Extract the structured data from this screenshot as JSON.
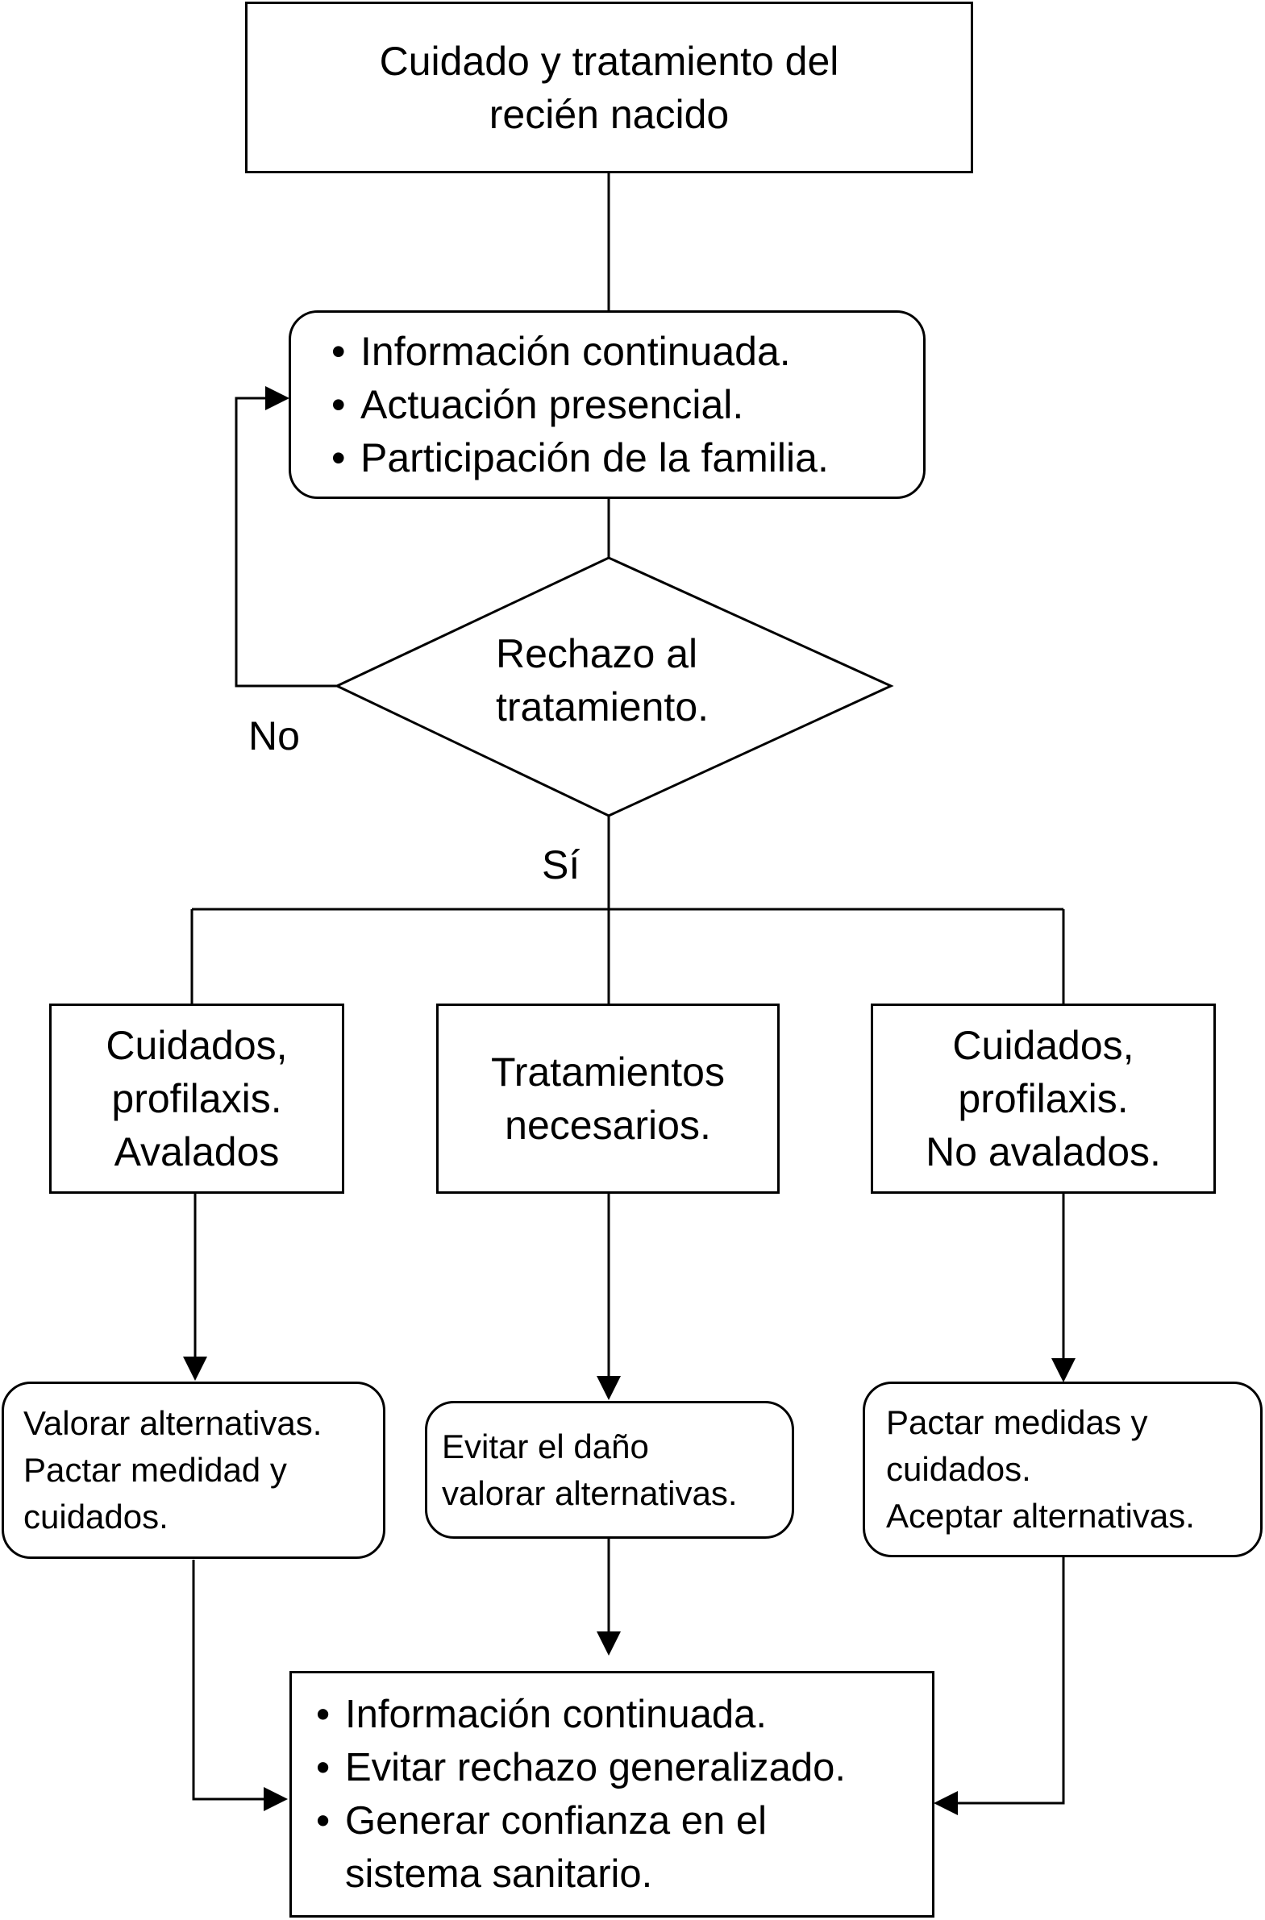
{
  "diagram": {
    "start": {
      "lines": [
        "Cuidado y tratamiento del",
        "recién nacido"
      ]
    },
    "info_box": {
      "items": [
        "Información continuada.",
        "Actuación presencial.",
        "Participación de la familia."
      ]
    },
    "decision": {
      "lines": [
        "Rechazo al",
        "tratamiento."
      ]
    },
    "labels": {
      "no": "No",
      "yes": "Sí"
    },
    "branch_left": {
      "lines": [
        "Cuidados,",
        "profilaxis.",
        "Avalados"
      ]
    },
    "branch_center": {
      "lines": [
        "Tratamientos",
        "necesarios."
      ]
    },
    "branch_right": {
      "lines": [
        "Cuidados,",
        "profilaxis.",
        "No avalados."
      ]
    },
    "action_left": {
      "lines": [
        "Valorar alternativas.",
        "Pactar medidad y",
        "cuidados."
      ]
    },
    "action_center": {
      "lines": [
        "Evitar el daño",
        "valorar alternativas."
      ]
    },
    "action_right": {
      "lines": [
        "Pactar medidas y",
        "cuidados.",
        "Aceptar alternativas."
      ]
    },
    "final_box": {
      "items": [
        "Información continuada.",
        "Evitar rechazo generalizado.",
        "Generar confianza en el",
        "sistema sanitario."
      ]
    }
  }
}
